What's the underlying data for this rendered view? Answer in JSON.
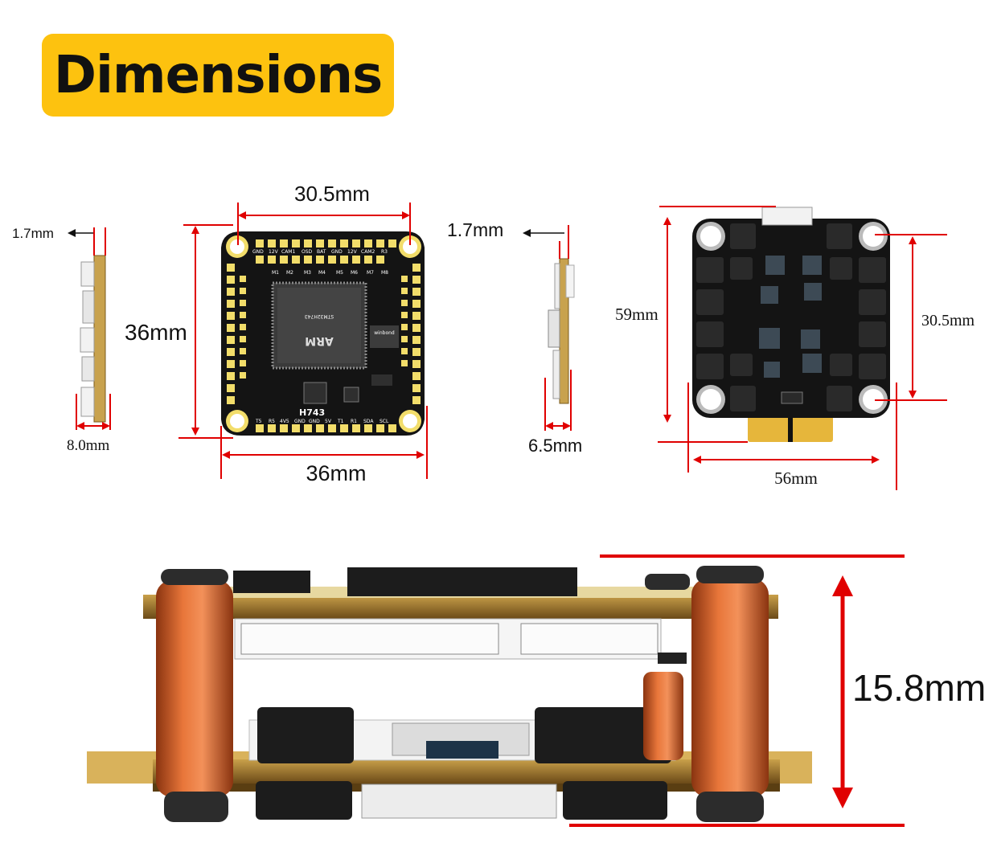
{
  "title": "Dimensions",
  "colors": {
    "badge": "#fdc20f",
    "dimension_line": "#e00000",
    "pcb": "#141414",
    "pad": "#f2dd6a",
    "standoff": "#d9652b"
  },
  "fc_side": {
    "thickness": "1.7mm",
    "width": "8.0mm"
  },
  "fc_top": {
    "mount_spacing": "30.5mm",
    "height": "36mm",
    "width": "36mm",
    "model": "H743",
    "chip_text": "STM32H743",
    "chip_logo": "ARM",
    "flash_brand": "winbond",
    "pins_top": [
      "GND",
      "12V",
      "CAM1",
      "OSD",
      "BAT",
      "GND",
      "12V",
      "CAM2",
      "R3"
    ],
    "pins_bottom": [
      "T5",
      "R5",
      "4V5",
      "GND",
      "GND",
      "5V",
      "T1",
      "R1",
      "SDA",
      "SCL"
    ],
    "motor_labels": [
      "M1",
      "M2",
      "M3",
      "M4",
      "M5",
      "M6",
      "M7",
      "M8"
    ]
  },
  "esc_side": {
    "thickness": "1.7mm",
    "width": "6.5mm"
  },
  "esc_top": {
    "height": "59mm",
    "mount_spacing": "30.5mm",
    "width": "56mm"
  },
  "stack": {
    "height": "15.8mm"
  }
}
